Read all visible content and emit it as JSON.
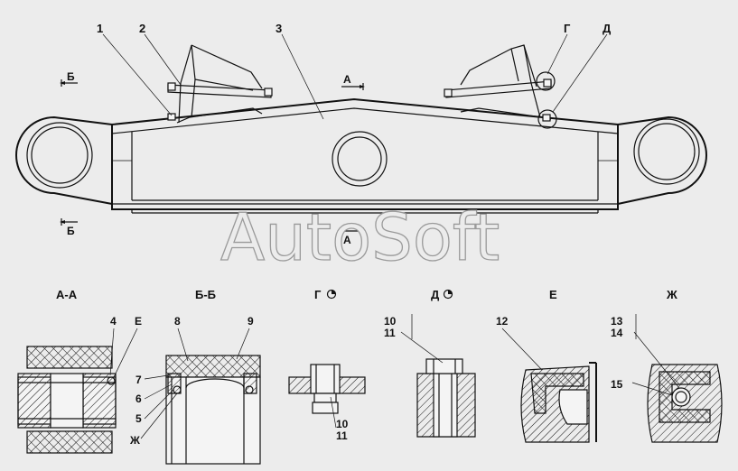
{
  "watermark": "AutoSoft",
  "callouts": {
    "c1": "1",
    "c2": "2",
    "c3": "3",
    "cG": "Г",
    "cD": "Д",
    "c4": "4",
    "cE": "Е",
    "c7": "7",
    "c6": "6",
    "c5": "5",
    "cZh": "Ж",
    "c8": "8",
    "c9": "9",
    "c10a": "10",
    "c11a": "11",
    "c10b": "10",
    "c11b": "11",
    "c12": "12",
    "c13": "13",
    "c14": "14",
    "c15": "15"
  },
  "section_marks": {
    "b_top": "Б",
    "b_bottom": "Б",
    "a_top": "А",
    "a_bottom": "А"
  },
  "view_titles": {
    "aa": "А-А",
    "bb": "Б-Б",
    "g": "Г",
    "d": "Д",
    "e": "Е",
    "zh": "Ж"
  },
  "colors": {
    "background": "#ececec",
    "line": "#111111",
    "watermark_outline": "#9a9a9a"
  }
}
